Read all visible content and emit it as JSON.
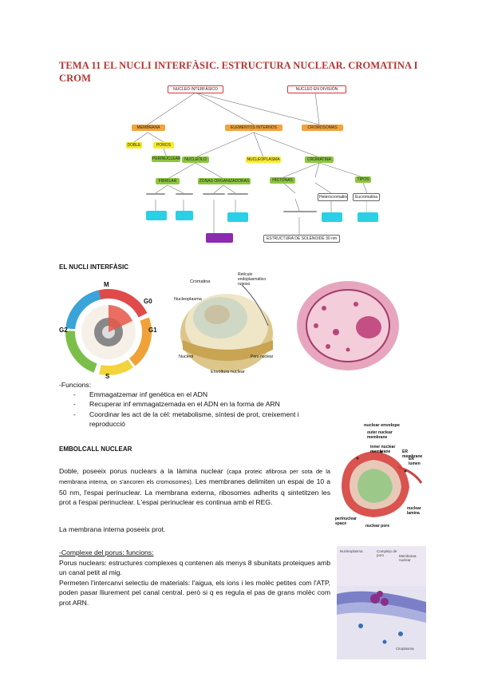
{
  "title": "TEMA 11 EL NUCLI INTERFÀSIC. ESTRUCTURA NUCLEAR. CROMATINA I CROM",
  "concept_map": {
    "nodes": {
      "nucli_interfasic": "NUCLEO INTERFÁSICO",
      "nucli_divisio": "NUCLEO EN DIVISIÓN",
      "membrana": "MEMBRANA",
      "elements_interns": "ELEMENTOS INTERNOS",
      "cromosomes": "CROMOSOMAS",
      "doble": "DOBLE",
      "porus": "POROS",
      "perinuclear": "PERINUCLEAR",
      "nucleol": "NUCLEOLO",
      "nucleoplasma": "NUCLEOPLASMA",
      "cromatina": "CROMATINA",
      "fibrilar": "FIBRILAR",
      "zones": "ZONAS ORGANIZADORAS",
      "histones": "HISTONAS",
      "tipus": "TIPOS",
      "estructura": "ESTRUCTURA DE SOLENOIDE 30 nm",
      "heterocromatina": "Heterocromatina",
      "eucromatina": "Eucromatina"
    }
  },
  "section1": {
    "heading": "EL NUCLI INTERFÀSIC",
    "cycle_labels": {
      "m": "M",
      "g0": "G0",
      "g1": "G1",
      "g2": "G2",
      "s": "S"
    },
    "cell_labels": {
      "cromatina": "Cromatina",
      "nucleoplasma": "Nucleoplasma",
      "nucleol": "Nucleol",
      "porus": "Poro nuclear",
      "envolta": "Envoltura nuclear",
      "reticle": "Retículo endoplasmático rugoso"
    },
    "funcions_heading": "-Funcions:",
    "funcions": [
      "Emmagatzemar inf genètica en el ADN",
      "Recuperar inf emmagatzemada en el ADN en la forma de ARN",
      "Coordinar les act de la cèl: metabolisme, síntesi de prot, creixement i reproducció"
    ]
  },
  "section2": {
    "heading": "EMBOLCALL NUCLEAR",
    "para_main": "Doble, poseeix porus nuclears a la làmina nuclear",
    "para_small": "(capa proteic afibrosa per sota de la membrana interna, on s'ancoren els cromosomes).",
    "para_rest": "Les membranes delimiten un espai de 10 a 50 nm, l'espai perinuclear. La membrana externa, ribosomes adherits q sintetitzen les prot a l'espai perinuclear. L'espai perinuclear es continua amb el REG.",
    "para_last": "La membrana interna poseeix prot.",
    "figure_labels": {
      "envelope": "nuclear envelope",
      "outer": "outer nuclear membrane",
      "inner": "inner nuclear membrane",
      "er": "ER membrane",
      "er_lumen": "ER lumen",
      "lamina": "nuclear lamina",
      "perinuclear": "perinuclear space",
      "pore": "nuclear pore"
    }
  },
  "section3": {
    "heading": "-Complexe del porus: funcions:",
    "para1": "Porus nuclears: estructures complexes q contenen als menys 8 sbunitats proteiques amb un canal petit al mig.",
    "para2": "Permeten l'intercanvi selectiu de materials: l'aigua, els ions i les molèc petites com l'ATP, poden pasar lliurement pel canal central. però si q es regula el pas de grans molèc com prot ARN.",
    "figure_labels": {
      "nucleoplasma": "Nucleoplasma",
      "complex": "Complejo de poro",
      "membrana": "Membrana nuclear",
      "citoplasma": "Citoplasma"
    }
  }
}
